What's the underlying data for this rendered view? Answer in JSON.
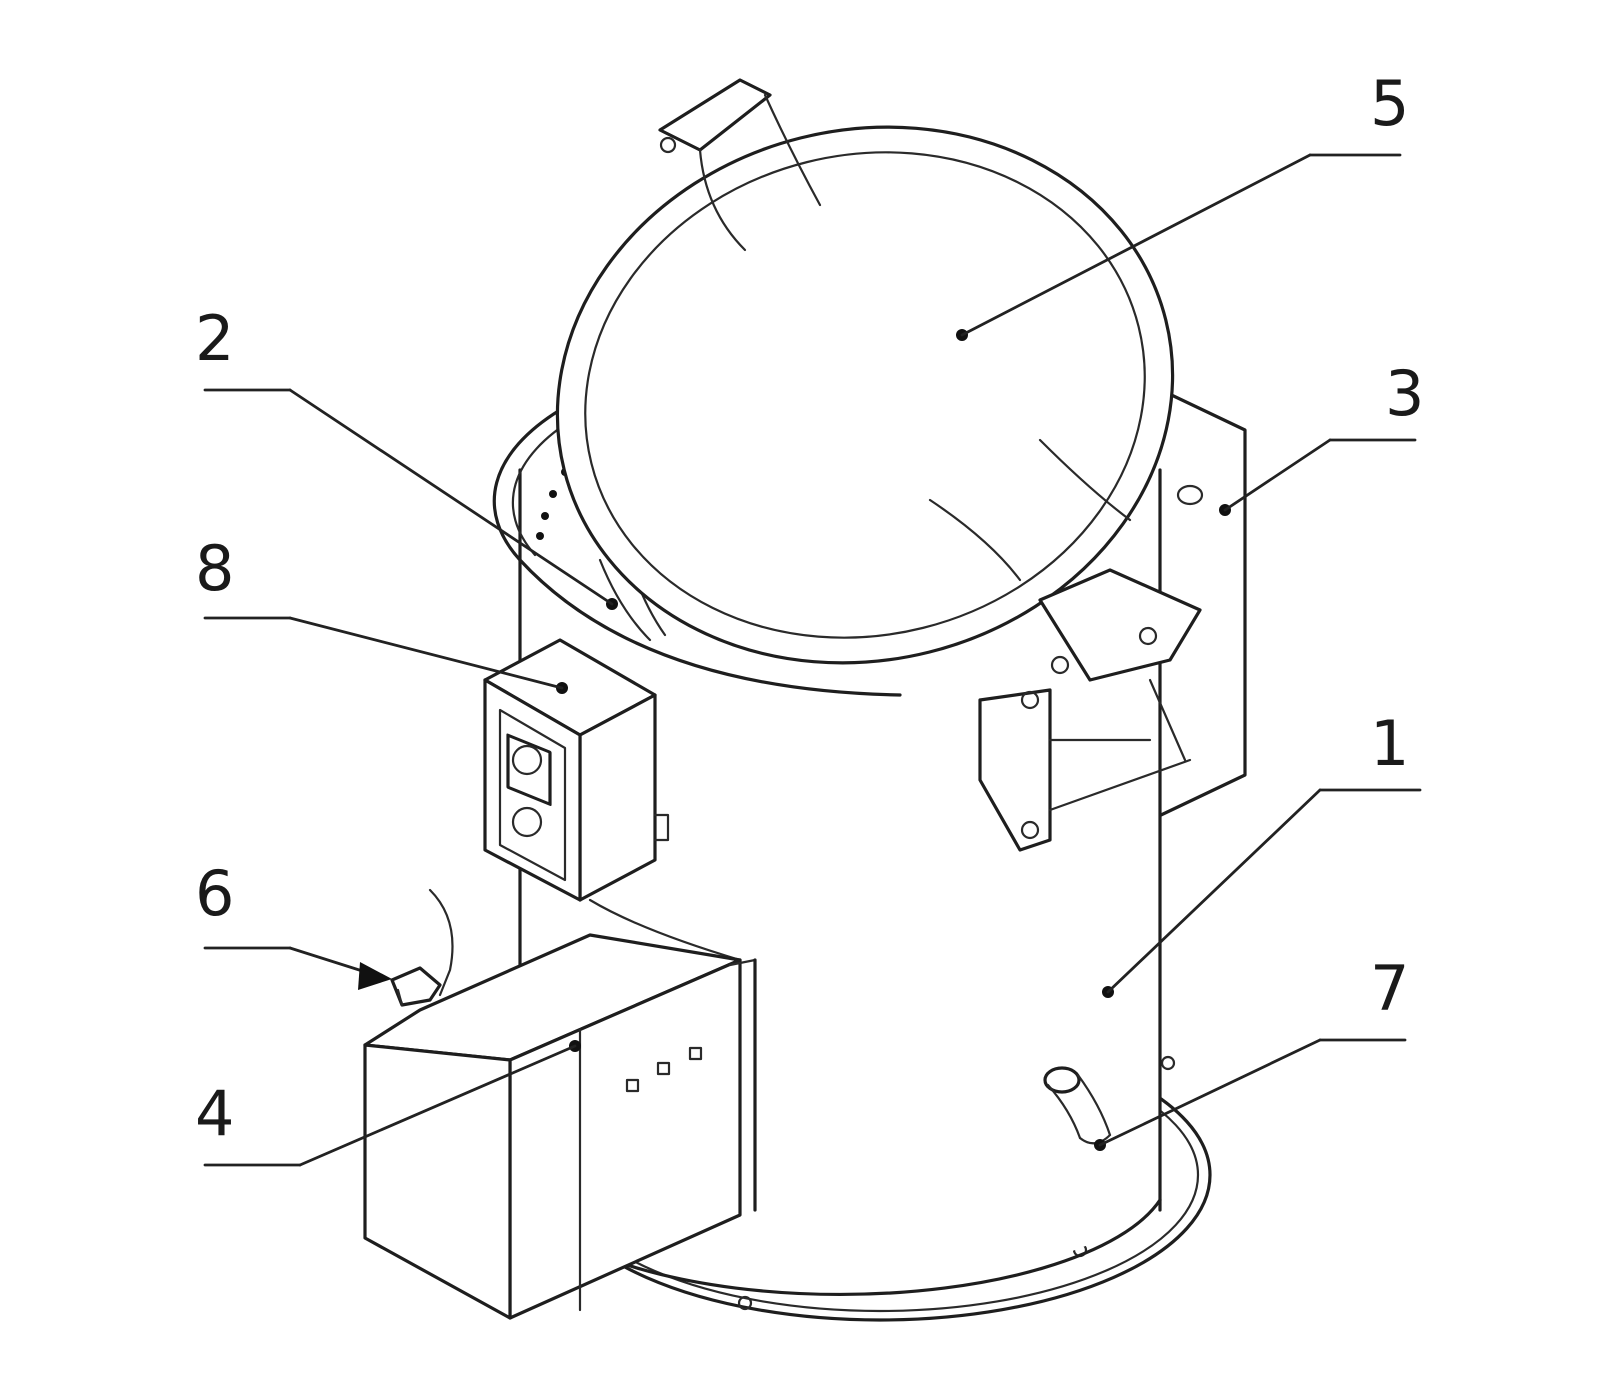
{
  "diagram": {
    "callouts": [
      {
        "number": "1",
        "part": "body"
      },
      {
        "number": "2",
        "part": "inner-rim"
      },
      {
        "number": "3",
        "part": "rear-housing"
      },
      {
        "number": "4",
        "part": "front-box"
      },
      {
        "number": "5",
        "part": "lid"
      },
      {
        "number": "6",
        "part": "side-knob"
      },
      {
        "number": "7",
        "part": "outlet-pipe"
      },
      {
        "number": "8",
        "part": "switch-box"
      }
    ]
  }
}
